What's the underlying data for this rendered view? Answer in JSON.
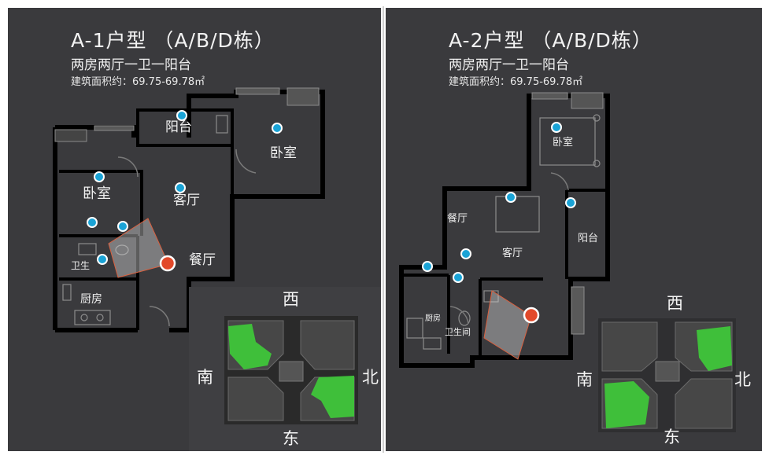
{
  "plans": [
    {
      "title": "A-1户型 （A/B/D栋）",
      "subtitle": "两房两厅一卫一阳台",
      "area": "建筑面积约：69.75-69.78㎡",
      "rooms": {
        "balcony": "阳台",
        "bedroom_1": "卧室",
        "bedroom_2": "卧室",
        "living": "客厅",
        "dining": "餐厅",
        "bathroom": "卫生",
        "kitchen": "厨房"
      },
      "compass": {
        "west": "西",
        "south": "南",
        "north": "北",
        "east": "东"
      }
    },
    {
      "title": "A-2户型 （A/B/D栋）",
      "subtitle": "两房两厅一卫一阳台",
      "area": "建筑面积约：69.75-69.78㎡",
      "rooms": {
        "bedroom": "卧室",
        "dining": "餐厅",
        "living": "客厅",
        "balcony": "阳台",
        "kitchen": "厨房",
        "bathroom": "卫生间"
      },
      "compass": {
        "west": "西",
        "south": "南",
        "north": "北",
        "east": "东"
      }
    }
  ],
  "colors": {
    "background": "#3a3a3d",
    "wall": "#000000",
    "hotspot": "#1aa3d6",
    "current_position": "#e2492a",
    "highlight_unit": "#3fbf3a"
  },
  "icons": {
    "hotspot": "hotspot-marker-icon",
    "current": "current-position-icon",
    "view_cone": "view-cone-icon"
  }
}
